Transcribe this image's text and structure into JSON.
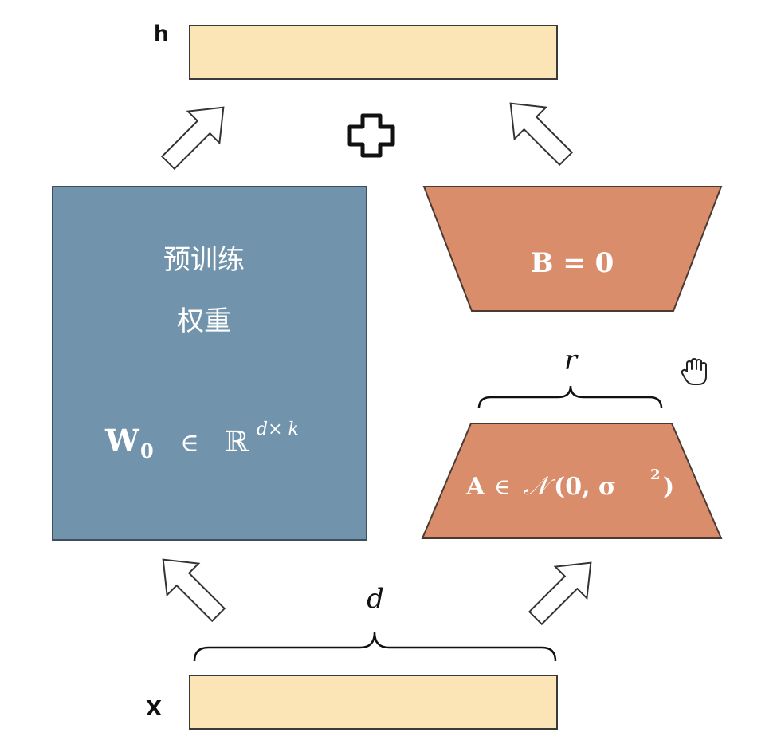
{
  "labels": {
    "h": "h",
    "x": "x",
    "d": "d",
    "r": "r",
    "plus": "+"
  },
  "pretrained_block": {
    "title_line1": "预训练",
    "title_line2": "权重",
    "formula_main": "W",
    "formula_sub": "0",
    "formula_in": "∈",
    "formula_set": "ℝ",
    "formula_sup": "d× k"
  },
  "b_block": {
    "formula": "B = 0"
  },
  "a_block": {
    "formula_a": "A",
    "formula_in": "∈",
    "formula_n": "𝒩",
    "formula_args": "(0, σ",
    "formula_sup": "2",
    "formula_close": ")"
  },
  "colors": {
    "vector_fill": "#fbe5b6",
    "vector_stroke": "#3a3a3a",
    "pretrained_fill": "#7193ac",
    "pretrained_stroke": "#3d4f5e",
    "lora_fill": "#d98d6b",
    "lora_stroke": "#4a3a33",
    "arrow_fill": "#ffffff",
    "arrow_stroke": "#333333",
    "text_dark": "#111111",
    "text_light": "#ffffff"
  },
  "icons": {
    "cursor": "hand-cursor-icon",
    "arrows": "hollow-arrow-icon"
  }
}
